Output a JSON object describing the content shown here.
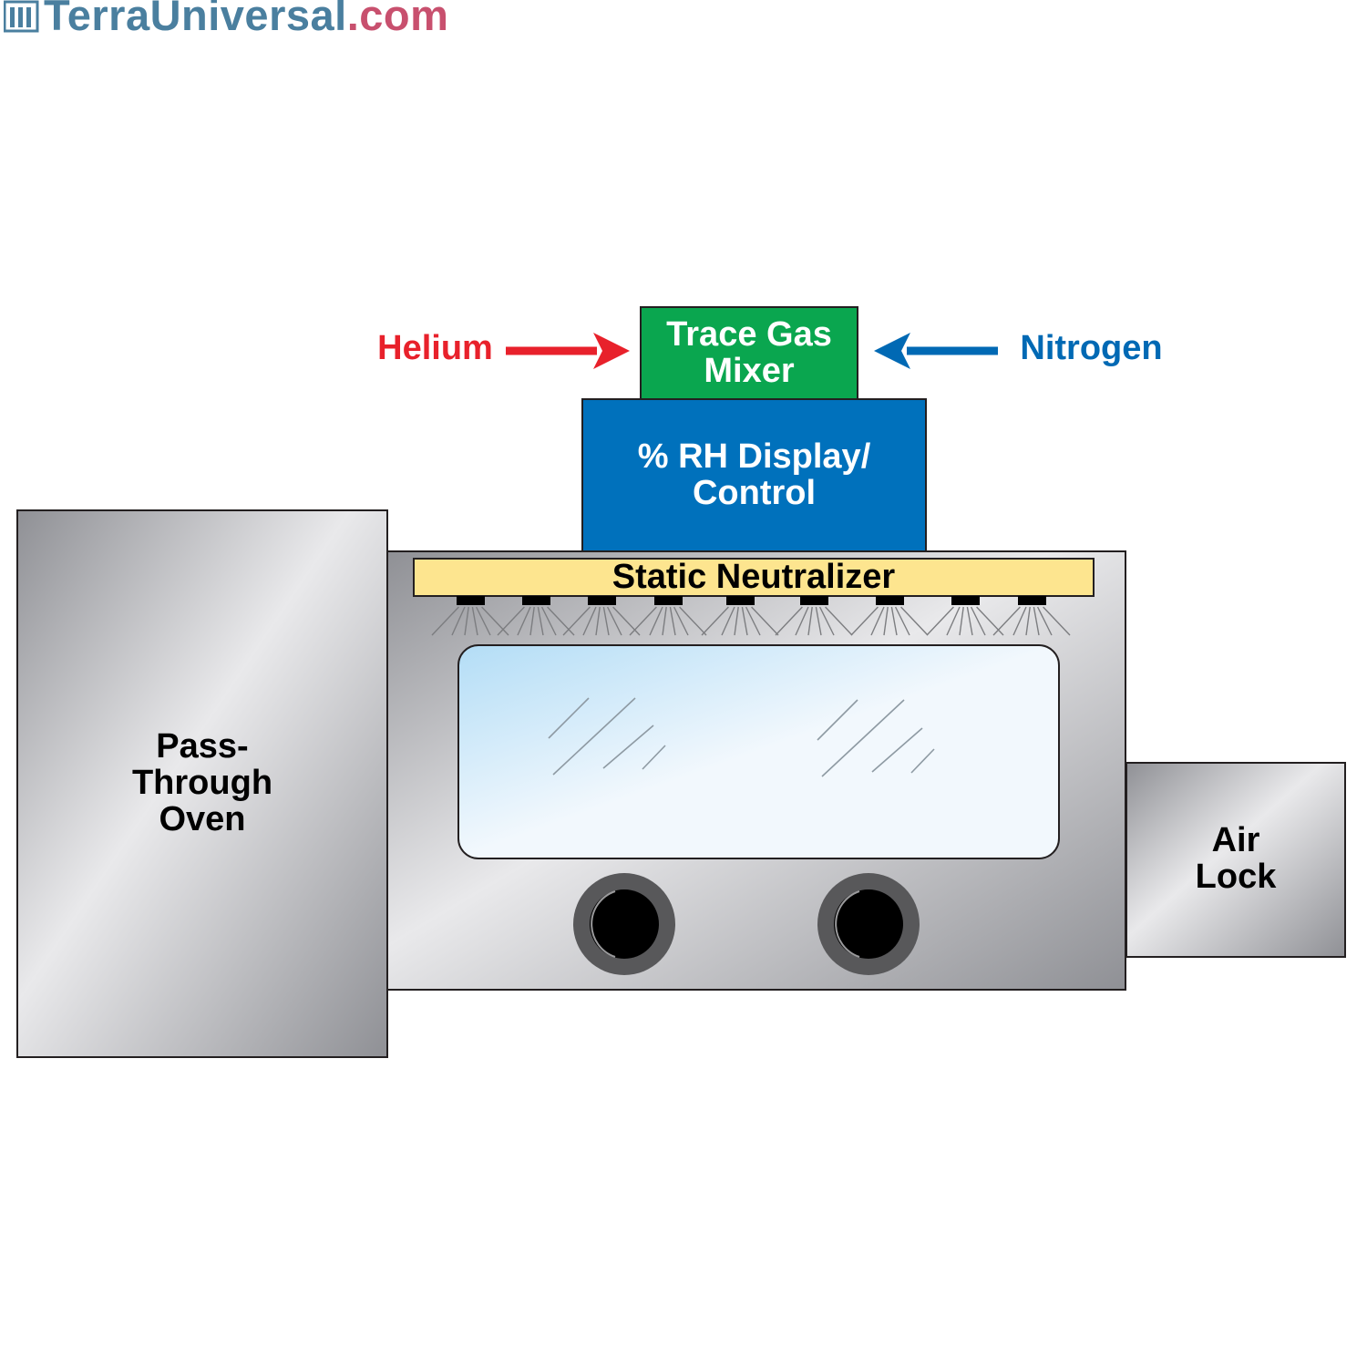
{
  "brand": {
    "name": "TerraUniversal",
    "tld": ".com",
    "logo_icon": "terra-universal-logo-icon"
  },
  "components": {
    "trace_gas_mixer": "Trace Gas\nMixer",
    "rh_display": "% RH Display/\nControl",
    "static_neutralizer": "Static Neutralizer",
    "pass_through_oven": "Pass-\nThrough\nOven",
    "air_lock": "Air\nLock"
  },
  "inputs": {
    "helium": {
      "label": "Helium",
      "color": "#e8212b"
    },
    "nitrogen": {
      "label": "Nitrogen",
      "color": "#0069b4"
    }
  },
  "colors": {
    "mixer": "#0aa64f",
    "rh_display": "#0071bc",
    "neutralizer": "#fde58f",
    "steel_light": "#e9e9eb",
    "steel_dark": "#8f9095",
    "window_light": "#b3ddf6",
    "window_pale": "#f2f8fd",
    "glove_ring": "#58585a"
  }
}
